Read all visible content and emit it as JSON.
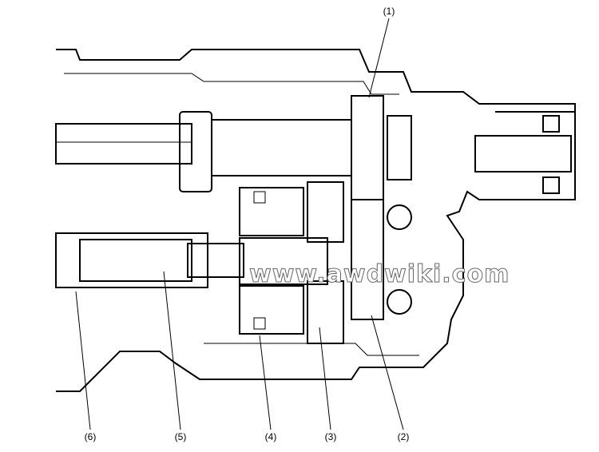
{
  "callouts": [
    {
      "id": "1",
      "label": "(1)"
    },
    {
      "id": "2",
      "label": "(2)"
    },
    {
      "id": "3",
      "label": "(3)"
    },
    {
      "id": "4",
      "label": "(4)"
    },
    {
      "id": "5",
      "label": "(5)"
    },
    {
      "id": "6",
      "label": "(6)"
    }
  ],
  "watermark": "www.awdwiki.com"
}
